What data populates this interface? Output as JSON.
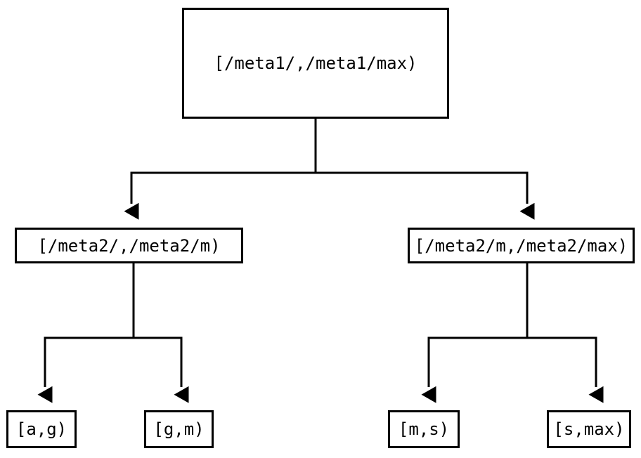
{
  "diagram": {
    "type": "tree",
    "title": "",
    "orientation": "top-down",
    "background_color": "#ffffff",
    "line_color": "#000000",
    "text_color": "#000000",
    "nodes": {
      "root": {
        "id": "root",
        "label": "[/meta1/,/meta1/max)",
        "level": 0
      },
      "mid_left": {
        "id": "mid_left",
        "label": "[/meta2/,/meta2/m)",
        "level": 1
      },
      "mid_right": {
        "id": "mid_right",
        "label": "[/meta2/m,/meta2/max)",
        "level": 1
      },
      "leaf_ag": {
        "id": "leaf_ag",
        "label": "[a,g)",
        "level": 2
      },
      "leaf_gm": {
        "id": "leaf_gm",
        "label": "[g,m)",
        "level": 2
      },
      "leaf_ms": {
        "id": "leaf_ms",
        "label": "[m,s)",
        "level": 2
      },
      "leaf_smax": {
        "id": "leaf_smax",
        "label": "[s,max)",
        "level": 2
      }
    },
    "edges": [
      {
        "from": "root",
        "to": "mid_left",
        "arrow": "down-triangle"
      },
      {
        "from": "root",
        "to": "mid_right",
        "arrow": "down-triangle"
      },
      {
        "from": "mid_left",
        "to": "leaf_ag",
        "arrow": "down-triangle"
      },
      {
        "from": "mid_left",
        "to": "leaf_gm",
        "arrow": "down-triangle"
      },
      {
        "from": "mid_right",
        "to": "leaf_ms",
        "arrow": "down-triangle"
      },
      {
        "from": "mid_right",
        "to": "leaf_smax",
        "arrow": "down-triangle"
      }
    ]
  }
}
